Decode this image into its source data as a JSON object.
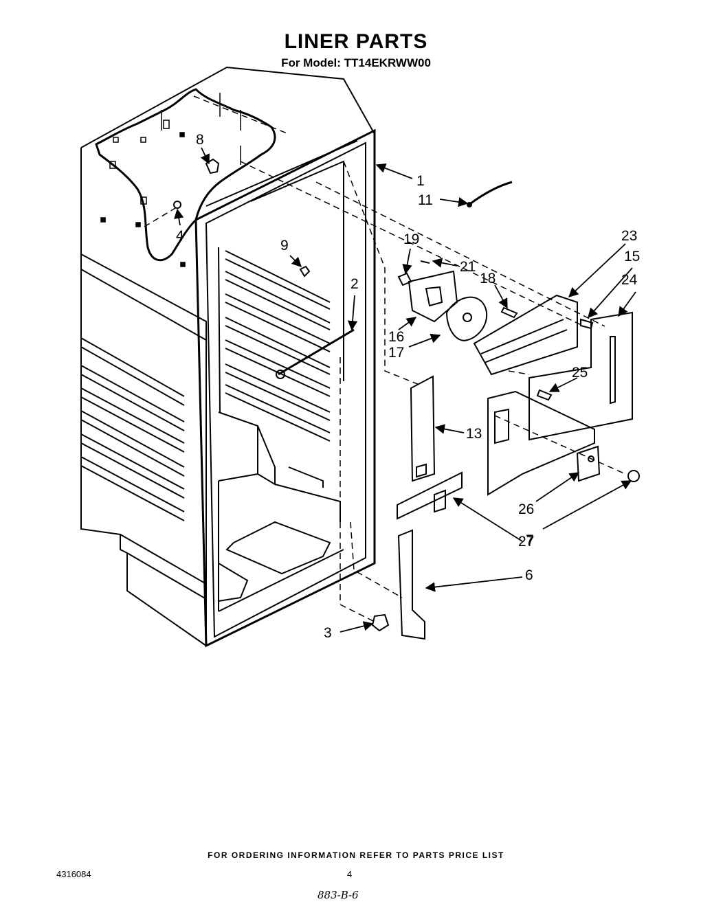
{
  "header": {
    "title": "LINER PARTS",
    "model_line": "For Model: TT14EKRWW00"
  },
  "callouts": {
    "p1": "1",
    "p2": "2",
    "p3": "3",
    "p4": "4",
    "p6": "6",
    "p7": "7",
    "p8": "8",
    "p9": "9",
    "p11": "11",
    "p13": "13",
    "p15": "15",
    "p16": "16",
    "p17": "17",
    "p18": "18",
    "p19": "19",
    "p21": "21",
    "p23": "23",
    "p24": "24",
    "p25": "25",
    "p26": "26",
    "p27": "27"
  },
  "footer": {
    "ordering_note": "FOR ORDERING INFORMATION REFER TO PARTS PRICE LIST",
    "doc_number": "4316084",
    "page_number": "4",
    "handwritten_code": "883-B-6"
  }
}
